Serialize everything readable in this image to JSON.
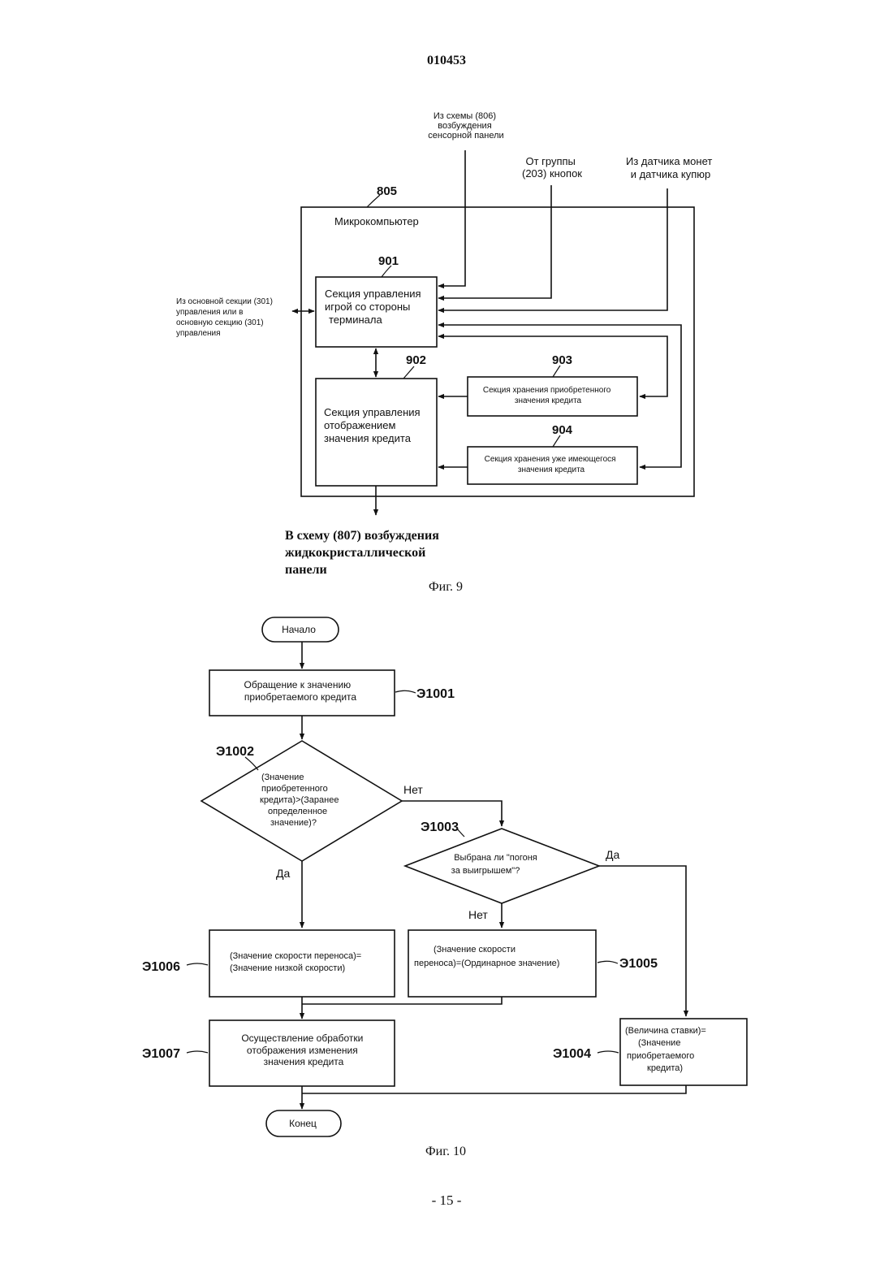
{
  "header": {
    "doc_number": "010453"
  },
  "fig9": {
    "caption": "Фиг. 9",
    "container_ref": "805",
    "container_title": "Микрокомпьютер",
    "block901": {
      "ref": "901",
      "lines": [
        "Секция управления",
        "игрой со стороны",
        "терминала"
      ]
    },
    "block902": {
      "ref": "902",
      "lines": [
        "Секция управления",
        "отображением",
        "значения кредита"
      ]
    },
    "block903": {
      "ref": "903",
      "lines": [
        "Секция хранения приобретенного",
        "значения кредита"
      ]
    },
    "block904": {
      "ref": "904",
      "lines": [
        "Секция хранения уже имеющегося",
        "значения кредита"
      ]
    },
    "input_touch": [
      "Из схемы (806)",
      "возбуждения",
      "сенсорной панели"
    ],
    "input_buttons": [
      "От группы",
      "(203) кнопок"
    ],
    "input_coins": [
      "Из датчика монет",
      "и датчика купюр"
    ],
    "input_main": [
      "Из основной секции (301)",
      "управления или в",
      "основную секцию (301)",
      "управления"
    ],
    "output_lcd": [
      "В схему (807) возбуждения",
      "жидкокристаллической",
      "панели"
    ]
  },
  "fig10": {
    "caption": "Фиг. 10",
    "start": "Начало",
    "end": "Конец",
    "e1001": {
      "ref": "Э1001",
      "lines": [
        "Обращение к значению",
        "приобретаемого кредита"
      ]
    },
    "e1002": {
      "ref": "Э1002",
      "lines": [
        "(Значение",
        "приобретенного",
        "кредита)>(Заранее",
        "определенное",
        "значение)?"
      ]
    },
    "e1003": {
      "ref": "Э1003",
      "lines": [
        "Выбрана ли \"погоня",
        "за выигрышем\"?"
      ]
    },
    "e1004": {
      "ref": "Э1004",
      "lines": [
        "(Величина ставки)=",
        "(Значение",
        "приобретаемого",
        "кредита)"
      ]
    },
    "e1005": {
      "ref": "Э1005",
      "lines": [
        "(Значение скорости",
        "переноса)=(Ординарное значение)"
      ]
    },
    "e1006": {
      "ref": "Э1006",
      "lines": [
        "(Значение скорости переноса)=",
        "(Значение низкой скорости)"
      ]
    },
    "e1007": {
      "ref": "Э1007",
      "lines": [
        "Осуществление обработки",
        "отображения изменения",
        "значения кредита"
      ]
    },
    "label_yes": "Да",
    "label_no": "Нет"
  },
  "footer": {
    "page": "- 15 -"
  }
}
